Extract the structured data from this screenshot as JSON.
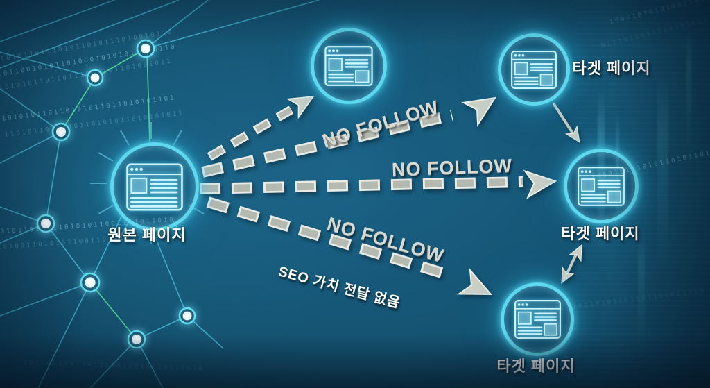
{
  "nodes": {
    "source": {
      "label": "원본 페이지"
    },
    "target_top": {
      "label": "타겟 페이지"
    },
    "target_middle": {
      "label": "타겟 페이지"
    },
    "target_bottom": {
      "label": "타겟 페이지"
    }
  },
  "arrows": {
    "nofollow_top": {
      "label": "NO FOLLOW"
    },
    "nofollow_middle": {
      "label": "NO FOLLOW"
    },
    "nofollow_bottom": {
      "label": "NO FOLLOW",
      "note": "SEO 가치 전달 없음"
    }
  },
  "colors": {
    "background_teal": "#155571",
    "node_ring_cyan": "#5fe4f6",
    "icon_line_cyan": "#cdf6ff",
    "network_cyan": "#4cc8e6",
    "network_green": "#55e398",
    "dash_gray": "#b5bab0",
    "dash_edge": "#e9ebe4",
    "label_white": "#ffffff",
    "nofollow_silver": "#d8dad2"
  },
  "background_code": {
    "row1": "0101011011101011010111010010110",
    "row2": "1011001010110100010101011010110",
    "row3": "0101010110110111010101101001011",
    "row4": "0101010110110101011011010101101",
    "row5": "1101011010010110101011010101011",
    "row6": "0010110100110101011001101011010",
    "row7": "1010011010101100110101101010011",
    "row8": "1010011001001101011010010110010",
    "row9": "1000101010100010110110001011010",
    "row10": "0111010010110001011101101000101",
    "row11": "1000101110101101011010001011011",
    "row12": "1011010010110101101001101011010"
  }
}
